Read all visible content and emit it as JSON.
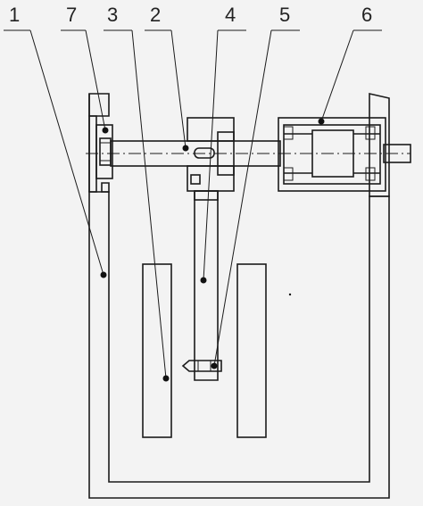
{
  "part_labels": [
    "1",
    "7",
    "3",
    "2",
    "4",
    "5",
    "6"
  ]
}
